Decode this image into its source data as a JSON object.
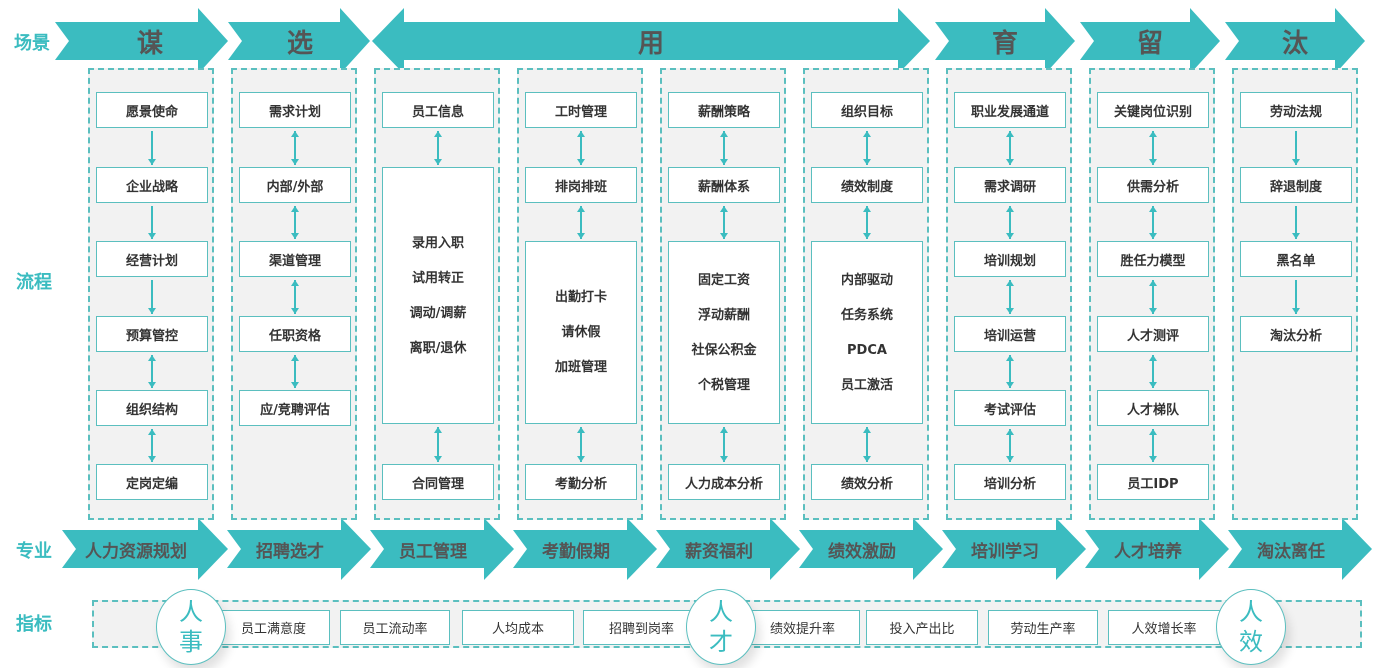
{
  "row_labels": {
    "scene": "场景",
    "process": "流程",
    "specialty": "专业",
    "metrics": "指标"
  },
  "scenes": [
    "谋",
    "选",
    "用",
    "育",
    "留",
    "汰"
  ],
  "columns": [
    {
      "items": [
        "愿景使命",
        "企业战略",
        "经营计划",
        "预算管控",
        "组织结构",
        "定岗定编"
      ]
    },
    {
      "items": [
        "需求计划",
        "内部/外部",
        "渠道管理",
        "任职资格",
        "应/竞聘评估"
      ]
    },
    {
      "items": [
        "员工信息",
        "合同管理"
      ],
      "big": [
        "录用入职",
        "试用转正",
        "调动/调薪",
        "离职/退休"
      ]
    },
    {
      "items": [
        "工时管理",
        "排岗排班",
        "考勤分析"
      ],
      "big": [
        "出勤打卡",
        "请休假",
        "加班管理"
      ]
    },
    {
      "items": [
        "薪酬策略",
        "薪酬体系",
        "人力成本分析"
      ],
      "big": [
        "固定工资",
        "浮动薪酬",
        "社保公积金",
        "个税管理"
      ]
    },
    {
      "items": [
        "组织目标",
        "绩效制度",
        "绩效分析"
      ],
      "big": [
        "内部驱动",
        "任务系统",
        "PDCA",
        "员工激活"
      ]
    },
    {
      "items": [
        "职业发展通道",
        "需求调研",
        "培训规划",
        "培训运营",
        "考试评估",
        "培训分析"
      ]
    },
    {
      "items": [
        "关键岗位识别",
        "供需分析",
        "胜任力模型",
        "人才测评",
        "人才梯队",
        "员工IDP"
      ]
    },
    {
      "items": [
        "劳动法规",
        "辞退制度",
        "黑名单",
        "淘汰分析"
      ]
    }
  ],
  "specialties": [
    "人力资源规划",
    "招聘选才",
    "员工管理",
    "考勤假期",
    "薪资福利",
    "绩效激励",
    "培训学习",
    "人才培养",
    "淘汰离任"
  ],
  "metrics": [
    "员工满意度",
    "员工流动率",
    "人均成本",
    "招聘到岗率",
    "绩效提升率",
    "投入产出比",
    "劳动生产率",
    "人效增长率"
  ],
  "circles": [
    [
      "人",
      "事"
    ],
    [
      "人",
      "才"
    ],
    [
      "人",
      "效"
    ]
  ],
  "colors": {
    "accent": "#3bbcc0",
    "arrow_text": "#555555"
  }
}
